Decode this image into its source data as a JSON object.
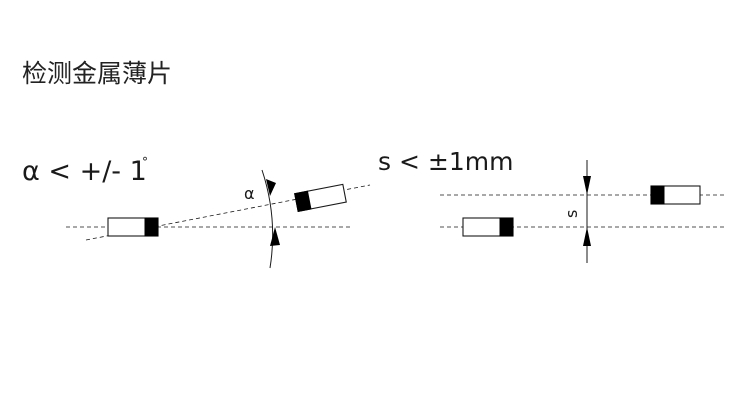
{
  "title": "检测金属薄片",
  "angle_panel": {
    "tolerance_label": "α < +/- 1",
    "degree_symbol": "°",
    "angle_symbol": "α"
  },
  "offset_panel": {
    "tolerance_label": "s < ±1mm",
    "offset_symbol": "s"
  }
}
